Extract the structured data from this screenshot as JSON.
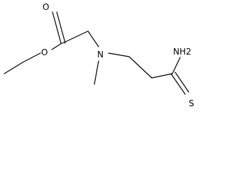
{
  "molecule": {
    "atoms": {
      "carbonyl_oxygen": "O",
      "ester_oxygen": "O",
      "amine_nitrogen": "N",
      "amide_group": "NH2",
      "thione_sulfur": "S"
    },
    "colors": {
      "bond": "#000000",
      "label": "#000000",
      "background": "#ffffff"
    }
  }
}
